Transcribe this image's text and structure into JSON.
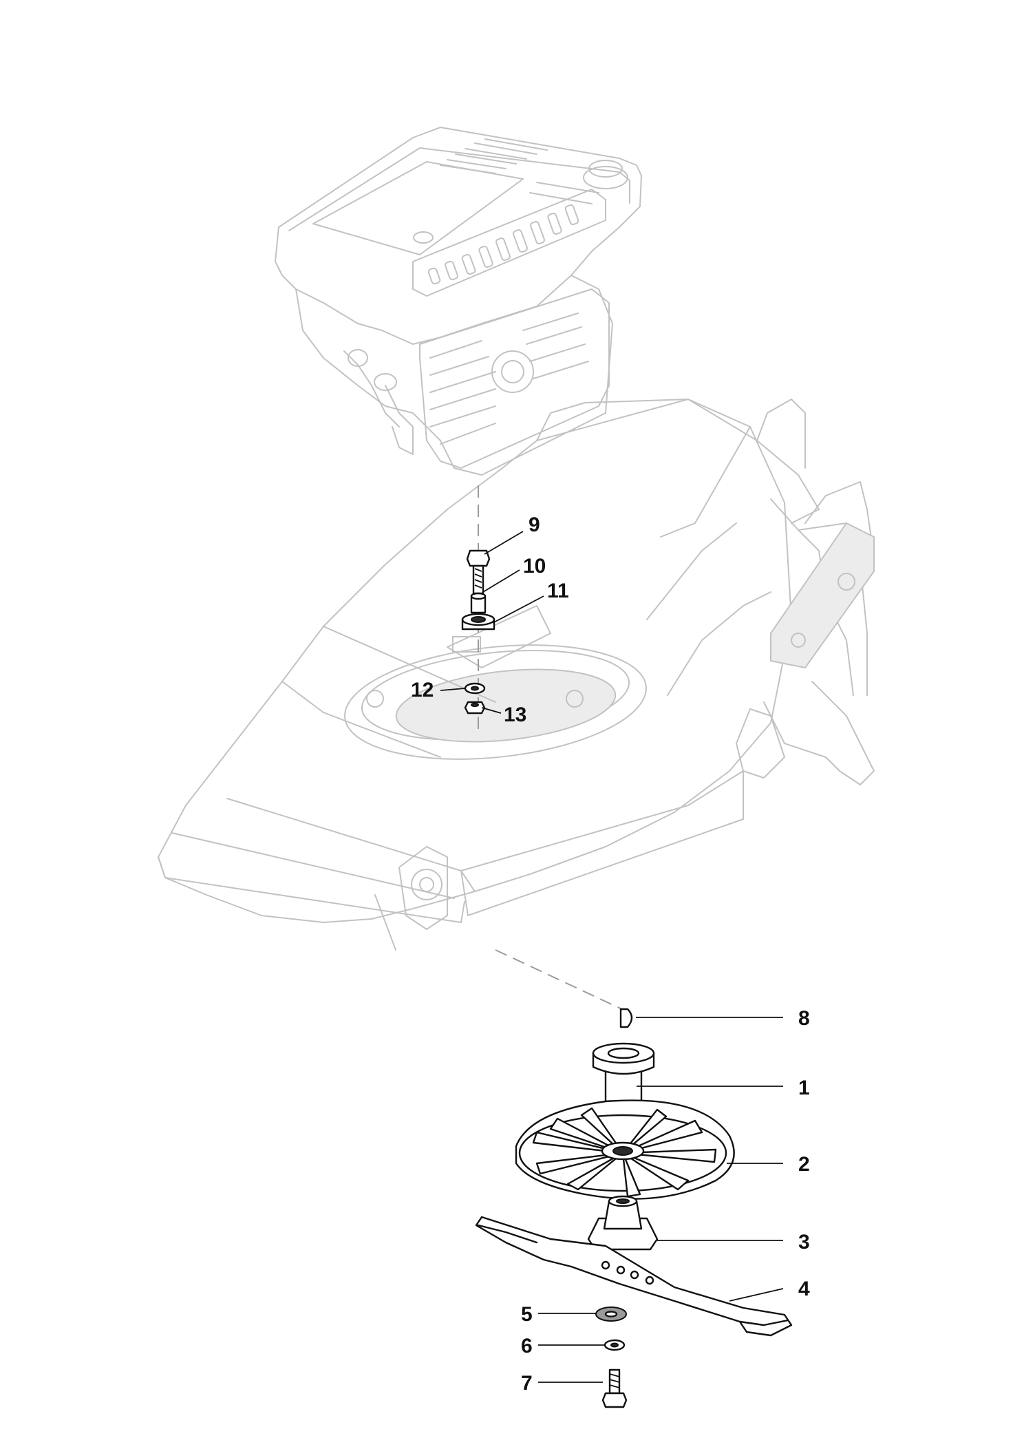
{
  "callouts": {
    "c1": "1",
    "c2": "2",
    "c3": "3",
    "c4": "4",
    "c5": "5",
    "c6": "6",
    "c7": "7",
    "c8": "8",
    "c9": "9",
    "c10": "10",
    "c11": "11",
    "c12": "12",
    "c13": "13"
  },
  "colors": {
    "ink": "#111111",
    "ghost_outline": "#c2c2c2",
    "background": "#ffffff"
  }
}
